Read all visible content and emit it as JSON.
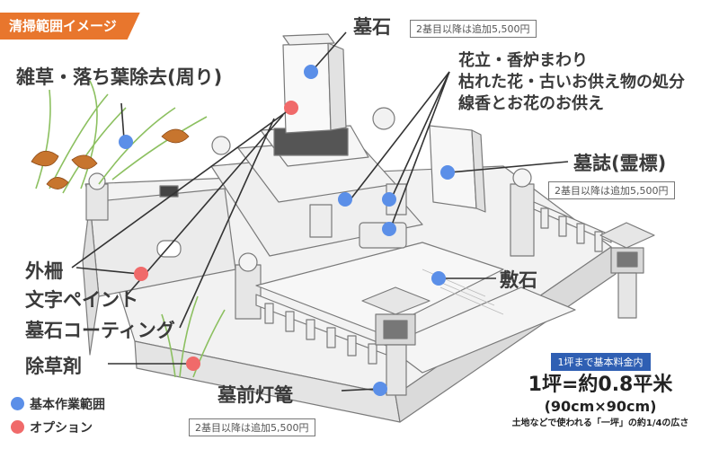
{
  "header": {
    "title": "清掃範囲イメージ"
  },
  "labels": {
    "gravestone": "墓石",
    "gravestone_price": "2基目以降は追加5,500円",
    "weeds": "雑草・落ち葉除去(周り)",
    "offering_1": "花立・香炉まわり",
    "offering_2": "枯れた花・古いお供え物の処分",
    "offering_3": "線香とお花のお供え",
    "epitaph": "墓誌(霊標)",
    "epitaph_price": "2基目以降は追加5,500円",
    "paving": "敷石",
    "fence": "外柵",
    "paint": "文字ペイント",
    "coating": "墓石コーティング",
    "herbicide": "除草剤",
    "lantern": "墓前灯篭",
    "lantern_price": "2基目以降は追加5,500円"
  },
  "legend": {
    "basic": {
      "label": "基本作業範囲",
      "color": "#5b8fe8"
    },
    "option": {
      "label": "オプション",
      "color": "#f06a6a"
    }
  },
  "size_info": {
    "badge": "1坪まで基本料金内",
    "main": "1坪=約0.8平米",
    "sub": "(90cm×90cm)",
    "note": "土地などで使われる「一坪」の約1/4の広さ"
  },
  "colors": {
    "accent": "#e8762d",
    "basic_dot": "#5b8fe8",
    "option_dot": "#f06a6a"
  }
}
